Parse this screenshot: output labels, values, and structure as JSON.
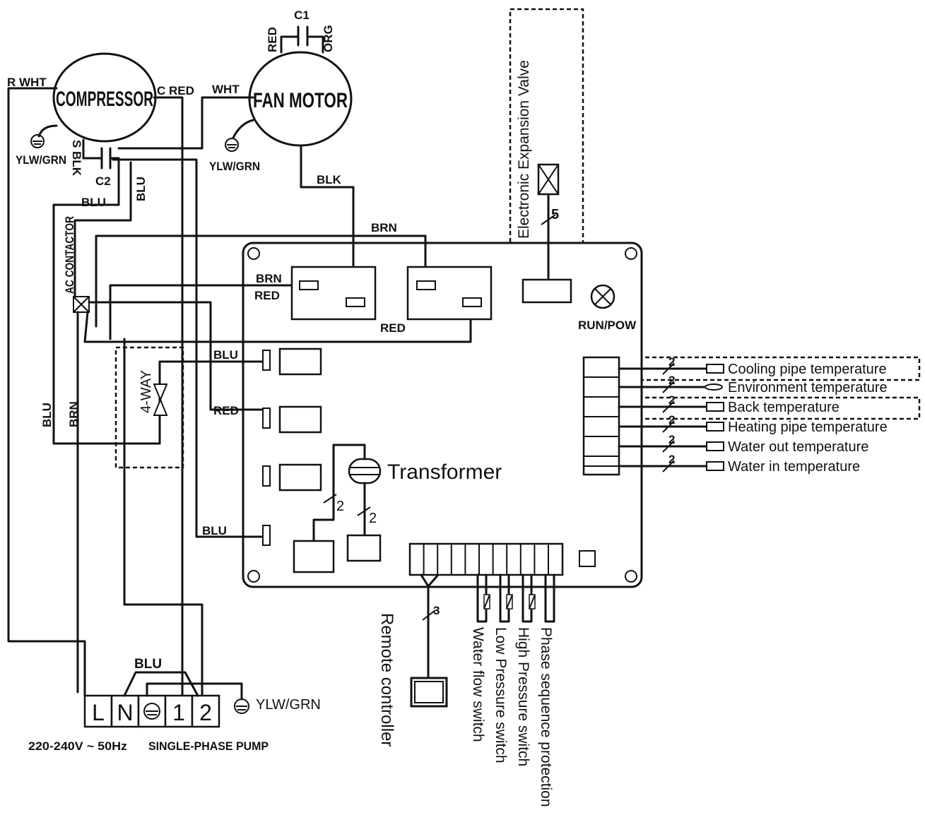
{
  "labels": {
    "compressor": "COMPRESSOR",
    "fan_motor": "FAN MOTOR",
    "c1": "C1",
    "c2": "C2",
    "red_c1": "RED",
    "org_c1": "ORG",
    "r_wht": "R WHT",
    "c_red": "C RED",
    "wht": "WHT",
    "s_blk": "S BLK",
    "blk": "BLK",
    "ylw_grn_1": "YLW/GRN",
    "ylw_grn_2": "YLW/GRN",
    "ylw_grn_3": "YLW/GRN",
    "blu_top": "BLU",
    "blu_vert": "BLU",
    "ac_contactor": "AC CONTACTOR",
    "brn_top": "BRN",
    "brn_board": "BRN",
    "red_board": "RED",
    "red_mid": "RED",
    "blu_relay1": "BLU",
    "red_relay2": "RED",
    "blu_relay4": "BLU",
    "blu_left": "BLU",
    "brn_left": "BRN",
    "four_way": "4-WAY",
    "transformer": "Transformer",
    "count_2a": "2",
    "count_2b": "2",
    "count_5": "5",
    "count_3": "3",
    "eev": "Electronic Expansion Valve",
    "run_pow": "RUN/POW",
    "blu_bottom": "BLU",
    "power": "220-240V ~ 50Hz",
    "pump": "SINGLE-PHASE PUMP",
    "remote": "Remote controller",
    "water_flow": "Water flow switch",
    "low_pressure": "Low Pressure  switch",
    "high_pressure": "High Pressure  switch",
    "phase_seq": "Phase sequence protection"
  },
  "terminals": [
    "L",
    "N",
    "",
    "1",
    "2"
  ],
  "sensors": [
    {
      "label": "Cooling pipe temperature",
      "count": "2"
    },
    {
      "label": "Environment temperature",
      "count": "2"
    },
    {
      "label": "Back temperature",
      "count": "2"
    },
    {
      "label": "Heating pipe temperature",
      "count": "2"
    },
    {
      "label": "Water out temperature",
      "count": "2"
    },
    {
      "label": "Water in temperature",
      "count": "2"
    }
  ]
}
